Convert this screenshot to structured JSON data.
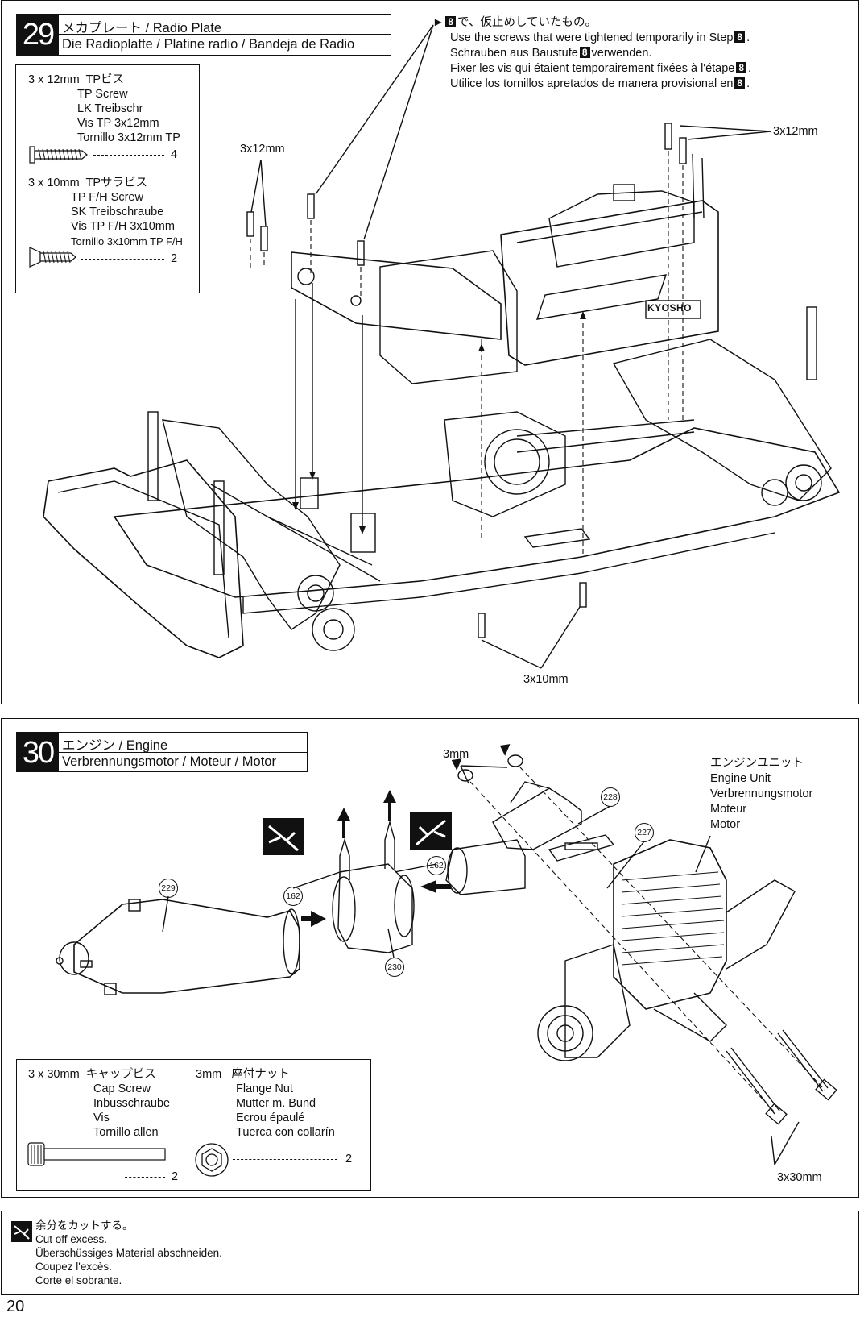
{
  "step29": {
    "number": "29",
    "title_ja": "メカプレート / Radio Plate",
    "title_multi": "Die Radioplatte / Platine radio / Bandeja de Radio",
    "screws": [
      {
        "size": "3 x 12mm",
        "ja": "TPビス",
        "names": [
          "TP Screw",
          "LK Treibschr",
          "Vis TP 3x12mm",
          "Tornillo 3x12mm TP"
        ],
        "qty": "4"
      },
      {
        "size": "3 x 10mm",
        "ja": "TPサラビス",
        "names": [
          "TP F/H Screw",
          "SK Treibschraube",
          "Vis TP F/H 3x10mm",
          "Tornillo 3x10mm TP F/H"
        ],
        "qty": "2"
      }
    ],
    "note": {
      "step_ref": "8",
      "ja_suffix": "で、仮止めしていたもの。",
      "en": "Use the screws that were tightened temporarily in Step",
      "de_prefix": "Schrauben aus Baustufe",
      "de_suffix": "verwenden.",
      "fr": "Fixer les vis qui étaient temporairement fixées à l'étape",
      "es": "Utilice los tornillos apretados de manera provisional en"
    },
    "callouts": {
      "left_screws": "3x12mm",
      "right_screws": "3x12mm",
      "bottom_screws": "3x10mm"
    },
    "brand_text": "KYOSHO"
  },
  "step30": {
    "number": "30",
    "title_ja": "エンジン / Engine",
    "title_multi": "Verbrennungsmotor / Moteur / Motor",
    "engine_unit": [
      "エンジンユニット",
      "Engine Unit",
      "Verbrennungsmotor",
      "Moteur",
      "Motor"
    ],
    "callouts": {
      "nut": "3mm",
      "screws": "3x30mm"
    },
    "parts": [
      "228",
      "227",
      "229",
      "162",
      "162",
      "230"
    ],
    "hardware": [
      {
        "size": "3 x 30mm",
        "ja": "キャップビス",
        "names": [
          "Cap Screw",
          "Inbusschraube",
          "Vis",
          "Tornillo allen"
        ],
        "qty": "2"
      },
      {
        "size": "3mm",
        "ja": "座付ナット",
        "names": [
          "Flange Nut",
          "Mutter m. Bund",
          "Ecrou épaulé",
          "Tuerca con collarín"
        ],
        "qty": "2"
      }
    ]
  },
  "cut_note": [
    "余分をカットする。",
    "Cut off excess.",
    "Überschüssiges Material abschneiden.",
    "Coupez l'excès.",
    "Corte el sobrante."
  ],
  "page_number": "20"
}
